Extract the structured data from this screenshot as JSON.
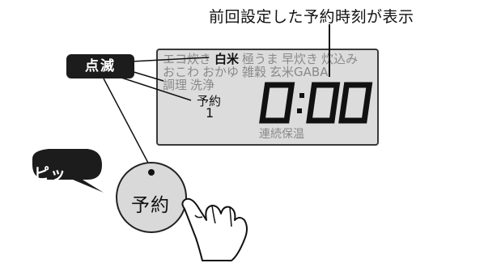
{
  "callout": {
    "text": "前回設定した予約時刻が表示"
  },
  "badge": {
    "flash": "点滅"
  },
  "bubble": {
    "beep": "ピッ"
  },
  "lcd": {
    "row1": [
      "エコ炊き",
      "白米",
      "極うま",
      "早炊き",
      "炊込み"
    ],
    "row1_active": "白米",
    "row2": [
      "おこわ",
      "おかゆ",
      "雑穀",
      "玄米GABA"
    ],
    "row3": [
      "調理",
      "洗浄"
    ],
    "yoyaku_label": "予約",
    "yoyaku_number": "1",
    "time": "0:00",
    "renzoku": "連続保温"
  },
  "button": {
    "label": "予約"
  }
}
